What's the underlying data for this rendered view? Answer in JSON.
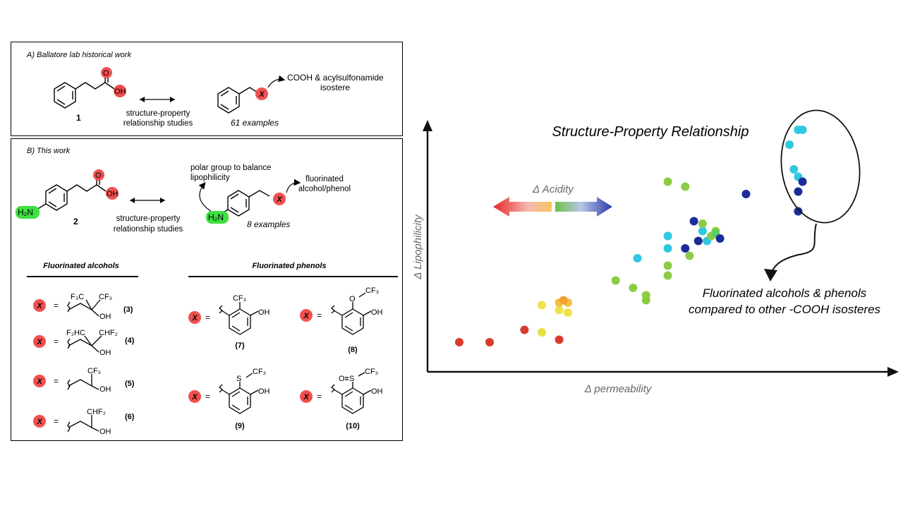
{
  "panel_a": {
    "heading": "A) Ballatore lab historical work",
    "compound_label": "1",
    "arrow_caption_1": "structure-property",
    "arrow_caption_2": "relationship studies",
    "examples": "61 examples",
    "isostere_1": "COOH & acylsulfonamide",
    "isostere_2": "isostere",
    "x_letter": "X",
    "acid_oh": "OH",
    "acid_o": "O"
  },
  "panel_b": {
    "heading": "B) This work",
    "compound_label": "2",
    "amine": "H₂N",
    "acid_oh": "OH",
    "acid_o": "O",
    "arrow_caption_1": "structure-property",
    "arrow_caption_2": "relationship studies",
    "polar_1": "polar group to balance",
    "polar_2": "lipophilicity",
    "fluorinated_1": "fluorinated",
    "fluorinated_2": "alcohol/phenol",
    "examples": "8 examples",
    "x_letter": "X",
    "alcohols_title": "Fluorinated alcohols",
    "phenols_title": "Fluorinated phenols",
    "equals": "=",
    "alcohols": [
      {
        "label": "(3)",
        "top_left": "F₃C",
        "top_right": "CF₃",
        "oh": "OH"
      },
      {
        "label": "(4)",
        "top_left": "F₂HC",
        "top_right": "CHF₂",
        "oh": "OH"
      },
      {
        "label": "(5)",
        "top": "CF₃",
        "oh": "OH"
      },
      {
        "label": "(6)",
        "top": "CHF₂",
        "oh": "OH"
      }
    ],
    "phenols": [
      {
        "label": "(7)",
        "sub": "CF₃",
        "oh": "OH"
      },
      {
        "label": "(8)",
        "link": "O",
        "sub": "CF₃",
        "oh": "OH"
      },
      {
        "label": "(9)",
        "link": "S",
        "sub": "CF₃",
        "oh": "OH"
      },
      {
        "label": "(10)",
        "link": "S",
        "oxo": "O",
        "sub": "CF₃",
        "oh": "OH"
      }
    ]
  },
  "chart_data": {
    "type": "scatter",
    "title": "Structure-Property Relationship",
    "xlabel": "Δ permeability",
    "ylabel": "Δ Lipophilicity",
    "acidity_label": "Δ Acidity",
    "callout_1": "Fluorinated alcohols & phenols",
    "callout_2": "compared to other -COOH isosteres",
    "xlim": [
      0,
      100
    ],
    "ylim": [
      0,
      100
    ],
    "grid": false,
    "points": [
      {
        "x": 6,
        "y": 10,
        "color": "#d93a2e"
      },
      {
        "x": 13,
        "y": 10,
        "color": "#d93a2e"
      },
      {
        "x": 21,
        "y": 15,
        "color": "#d93a2e"
      },
      {
        "x": 29,
        "y": 11,
        "color": "#d93a2e"
      },
      {
        "x": 25,
        "y": 14,
        "color": "#e3e040"
      },
      {
        "x": 25,
        "y": 25,
        "color": "#f0e24a"
      },
      {
        "x": 29,
        "y": 23,
        "color": "#f0e24a"
      },
      {
        "x": 29,
        "y": 26,
        "color": "#f2c040"
      },
      {
        "x": 31,
        "y": 26,
        "color": "#f2c040"
      },
      {
        "x": 30,
        "y": 27,
        "color": "#f0a030"
      },
      {
        "x": 31,
        "y": 22,
        "color": "#f0e24a"
      },
      {
        "x": 42,
        "y": 35,
        "color": "#8ccc44"
      },
      {
        "x": 46,
        "y": 32,
        "color": "#8ccc44"
      },
      {
        "x": 49,
        "y": 29,
        "color": "#8ccc44"
      },
      {
        "x": 49,
        "y": 27,
        "color": "#8ccc44"
      },
      {
        "x": 54,
        "y": 37,
        "color": "#8ccc44"
      },
      {
        "x": 54,
        "y": 41,
        "color": "#8ccc44"
      },
      {
        "x": 54,
        "y": 75,
        "color": "#8ccc44"
      },
      {
        "x": 58,
        "y": 73,
        "color": "#8ccc44"
      },
      {
        "x": 59,
        "y": 45,
        "color": "#8ccc44"
      },
      {
        "x": 47,
        "y": 44,
        "color": "#2fc8e0"
      },
      {
        "x": 54,
        "y": 48,
        "color": "#2fc8e0"
      },
      {
        "x": 54,
        "y": 53,
        "color": "#2fc8e0"
      },
      {
        "x": 58,
        "y": 48,
        "color": "#1a2d9a"
      },
      {
        "x": 60,
        "y": 59,
        "color": "#1a2d9a"
      },
      {
        "x": 61,
        "y": 51,
        "color": "#1a2d9a"
      },
      {
        "x": 63,
        "y": 51,
        "color": "#2fc8e0"
      },
      {
        "x": 62,
        "y": 55,
        "color": "#2fc8e0"
      },
      {
        "x": 62,
        "y": 58,
        "color": "#8ccc44"
      },
      {
        "x": 64,
        "y": 53,
        "color": "#8ccc44"
      },
      {
        "x": 65,
        "y": 55,
        "color": "#8ccc44"
      },
      {
        "x": 65,
        "y": 54,
        "color": "#5fcc6a"
      },
      {
        "x": 66,
        "y": 52,
        "color": "#1a2d9a"
      },
      {
        "x": 72,
        "y": 70,
        "color": "#1a2d9a"
      },
      {
        "x": 84,
        "y": 96,
        "color": "#2fc8e0"
      },
      {
        "x": 85,
        "y": 96,
        "color": "#2fc8e0"
      },
      {
        "x": 82,
        "y": 90,
        "color": "#2fc8e0"
      },
      {
        "x": 83,
        "y": 80,
        "color": "#2fc8e0"
      },
      {
        "x": 84,
        "y": 77,
        "color": "#2fc8e0"
      },
      {
        "x": 85,
        "y": 75,
        "color": "#1a2d9a"
      },
      {
        "x": 84,
        "y": 71,
        "color": "#1a2d9a"
      },
      {
        "x": 84,
        "y": 63,
        "color": "#1a2d9a"
      }
    ]
  }
}
